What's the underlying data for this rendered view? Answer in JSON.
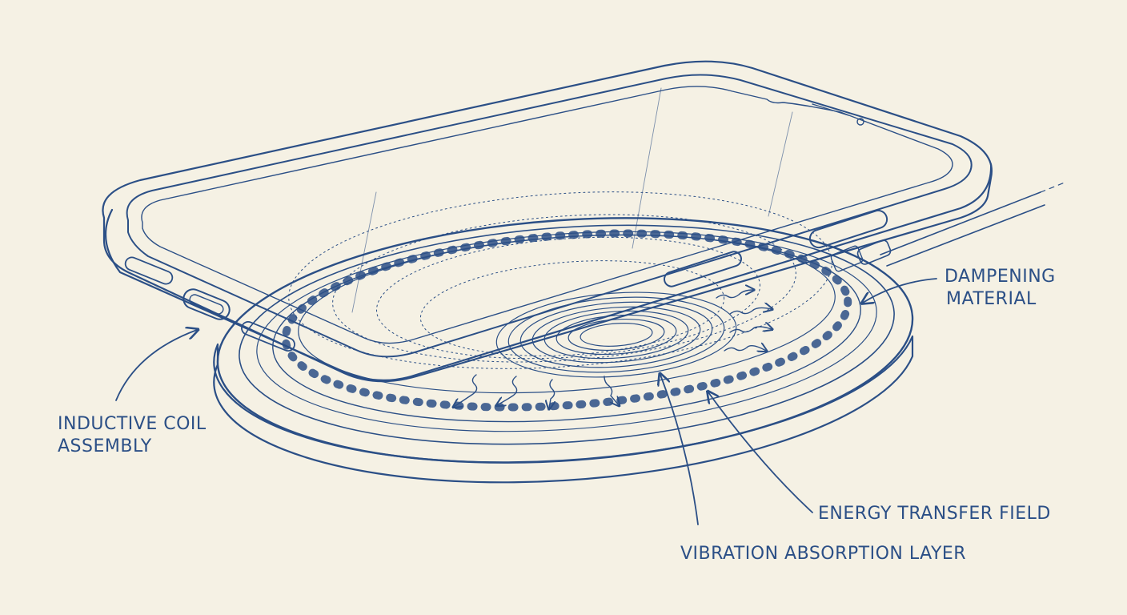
{
  "ink_color": "#2b4f86",
  "paper_color": "#f5f1e4",
  "callouts": {
    "dampening": {
      "lines": [
        "DAMPENING",
        "MATERIAL"
      ],
      "icon": "arrow-curved"
    },
    "inductive": {
      "lines": [
        "INDUCTIVE COIL",
        "ASSEMBLY"
      ],
      "icon": "arrow-curved"
    },
    "energy": {
      "lines": [
        "ENERGY TRANSFER FIELD"
      ],
      "icon": "arrow-curved"
    },
    "vibration": {
      "lines": [
        "VIBRATION ABSORPTION LAYER"
      ],
      "icon": "arrow-curved"
    }
  }
}
